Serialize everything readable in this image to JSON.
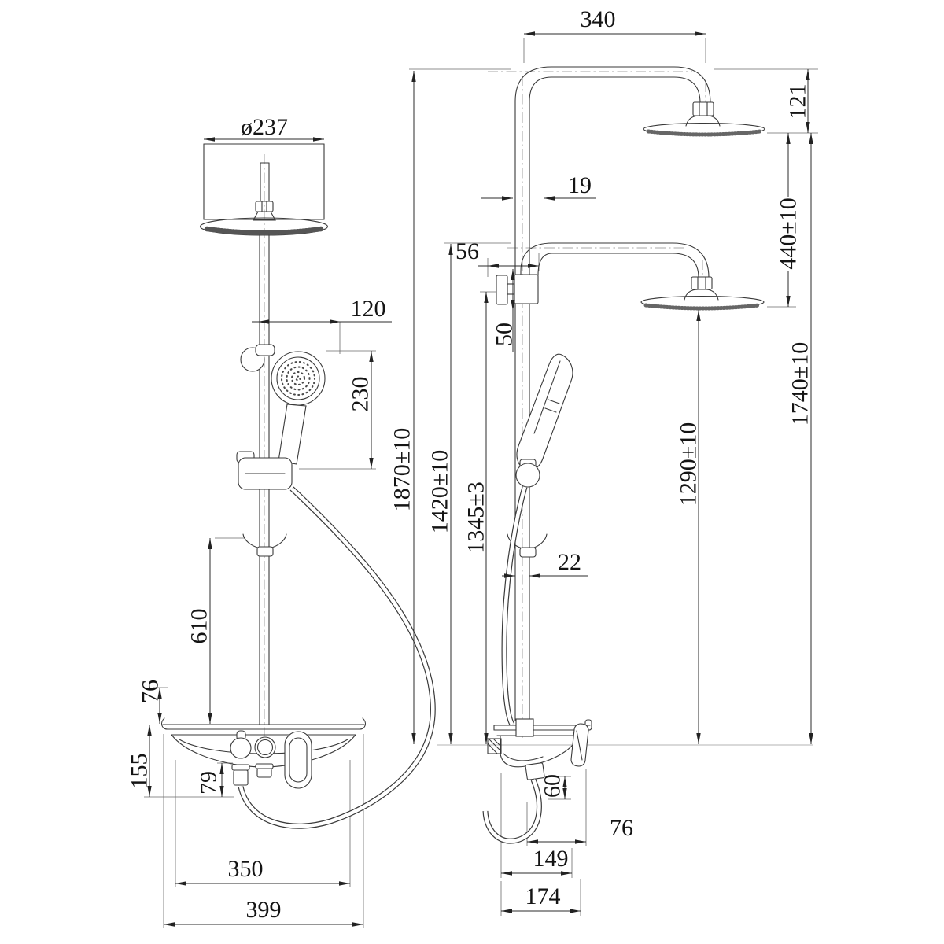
{
  "drawing": {
    "front_view": {
      "head_diameter": "ø237",
      "handshower_offset": "120",
      "handshower_length": "230",
      "hook_to_shelf": "610",
      "pole_base_above_shelf": "76",
      "shelf_assembly_height": "155",
      "under_shelf_drop": "79",
      "shelf_inner_width": "350",
      "shelf_overall_width": "399"
    },
    "side_view": {
      "arm_reach": "340",
      "head_drop": "121",
      "arm_pipe_diameter": "19",
      "diverter_offset": "56",
      "diverter_body": "50",
      "head_height_travel": "440±10",
      "overall_height": "1870±10",
      "column_height": "1420±10",
      "diverter_center_height": "1345±3",
      "lower_head_height": "1290±10",
      "upper_head_height": "1740±10",
      "column_pipe_diameter": "22",
      "outlet_drop": "60",
      "spout_offset": "76",
      "body_reach": "149",
      "overall_depth": "174"
    }
  }
}
